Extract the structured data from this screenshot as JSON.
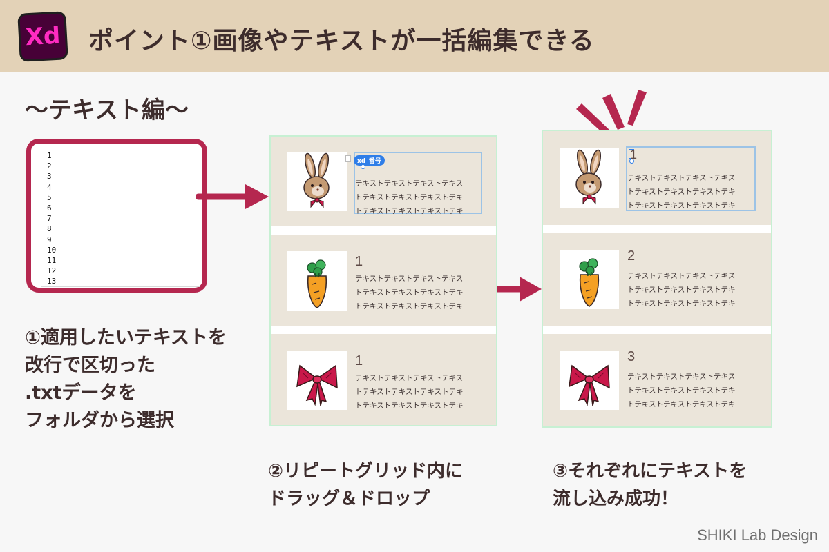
{
  "header": {
    "logo_text": "Xd",
    "title": "ポイント①画像やテキストが一括編集できる"
  },
  "section_title": "〜テキスト編〜",
  "text_file": {
    "lines": [
      "1",
      "2",
      "3",
      "4",
      "5",
      "6",
      "7",
      "8",
      "9",
      "10",
      "11",
      "12",
      "13"
    ]
  },
  "steps": {
    "step1": [
      "①適用したいテキストを",
      "改行で区切った",
      ".txtデータを",
      "フォルダから選択"
    ],
    "step2": [
      "②リピートグリッド内に",
      "ドラッグ＆ドロップ"
    ],
    "step3": [
      "③それぞれにテキストを",
      "流し込み成功！"
    ]
  },
  "grid_before": {
    "badge": "xd_番号",
    "cells": [
      {
        "icon": "rabbit-icon",
        "number": "",
        "lines": [
          "テキストテキストテキストテキス",
          "トテキストテキストテキストテキ",
          "トテキストテキストテキストテキ"
        ]
      },
      {
        "icon": "carrot-icon",
        "number": "1",
        "lines": [
          "テキストテキストテキストテキス",
          "トテキストテキストテキストテキ",
          "トテキストテキストテキストテキ"
        ]
      },
      {
        "icon": "ribbon-icon",
        "number": "1",
        "lines": [
          "テキストテキストテキストテキス",
          "トテキストテキストテキストテキ",
          "トテキストテキストテキストテキ"
        ]
      }
    ]
  },
  "grid_after": {
    "cells": [
      {
        "icon": "rabbit-icon",
        "number": "1",
        "lines": [
          "テキストテキストテキストテキス",
          "トテキストテキストテキストテキ",
          "トテキストテキストテキストテキ"
        ]
      },
      {
        "icon": "carrot-icon",
        "number": "2",
        "lines": [
          "テキストテキストテキストテキス",
          "トテキストテキストテキストテキ",
          "トテキストテキストテキストテキ"
        ]
      },
      {
        "icon": "ribbon-icon",
        "number": "3",
        "lines": [
          "テキストテキストテキストテキス",
          "トテキストテキストテキストテキ",
          "トテキストテキストテキストテキ"
        ]
      }
    ]
  },
  "colors": {
    "header_bg": "#e3d2b7",
    "accent": "#b5274f",
    "grid_bg": "#ebe6dc",
    "selection": "#2f7ee8"
  },
  "credit": "SHIKI Lab Design"
}
